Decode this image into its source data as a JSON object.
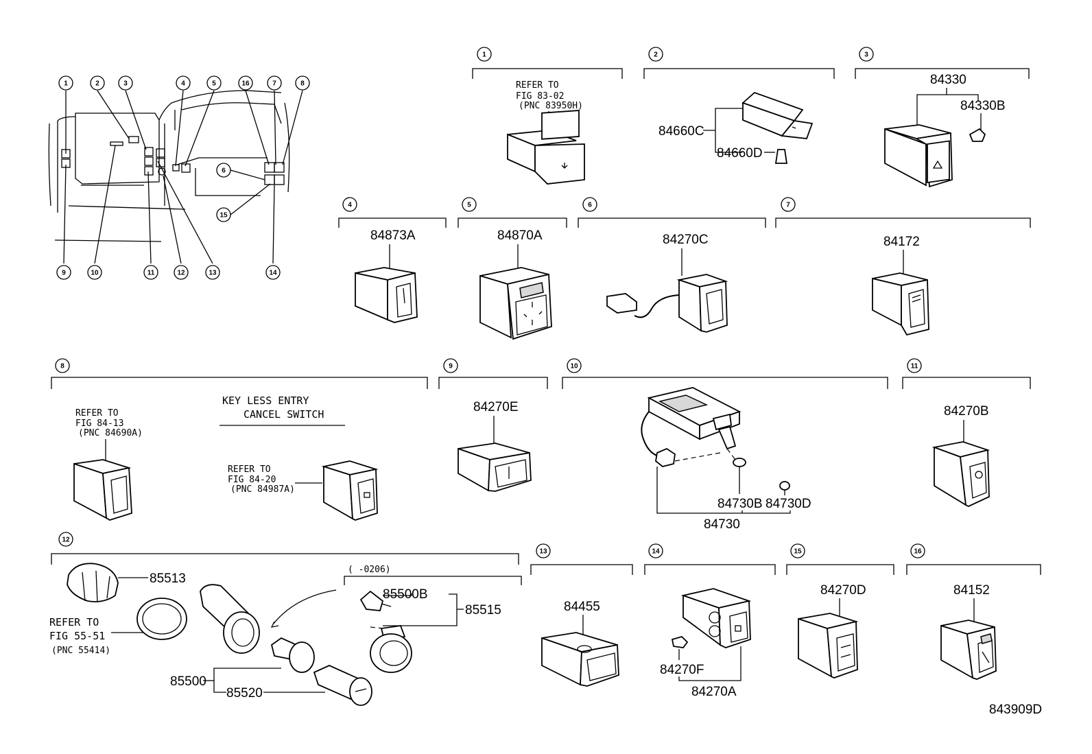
{
  "diagram_id": "843909D",
  "overview_callouts": [
    "1",
    "2",
    "3",
    "4",
    "5",
    "16",
    "7",
    "8",
    "9",
    "10",
    "11",
    "12",
    "13",
    "14",
    "6",
    "15"
  ],
  "sections": {
    "s1": {
      "num": "1",
      "note": [
        "REFER TO",
        "FIG 83-02",
        "(PNC 83950H)"
      ]
    },
    "s2": {
      "num": "2",
      "parts": [
        "84660C",
        "84660D"
      ]
    },
    "s3": {
      "num": "3",
      "parts": [
        "84330",
        "84330B"
      ]
    },
    "s4": {
      "num": "4",
      "parts": [
        "84873A"
      ]
    },
    "s5": {
      "num": "5",
      "parts": [
        "84870A"
      ]
    },
    "s6": {
      "num": "6",
      "parts": [
        "84270C"
      ]
    },
    "s7": {
      "num": "7",
      "parts": [
        "84172"
      ]
    },
    "s8": {
      "num": "8",
      "note_a": [
        "REFER TO",
        "FIG 84-13",
        "(PNC 84690A)"
      ],
      "heading": [
        "KEY LESS ENTRY",
        "CANCEL SWITCH"
      ],
      "note_b": [
        "REFER TO",
        "FIG 84-20",
        "(PNC 84987A)"
      ]
    },
    "s9": {
      "num": "9",
      "parts": [
        "84270E"
      ]
    },
    "s10": {
      "num": "10",
      "parts": [
        "84730B",
        "84730D",
        "84730"
      ]
    },
    "s11": {
      "num": "11",
      "parts": [
        "84270B"
      ]
    },
    "s12": {
      "num": "12",
      "parts": [
        "85513",
        "85500B",
        "85515",
        "85500",
        "85520"
      ],
      "range": "(      -0206)",
      "note": [
        "REFER TO",
        "FIG 55-51",
        "(PNC 55414)"
      ]
    },
    "s13": {
      "num": "13",
      "parts": [
        "84455"
      ]
    },
    "s14": {
      "num": "14",
      "parts": [
        "84270F",
        "84270A"
      ]
    },
    "s15": {
      "num": "15",
      "parts": [
        "84270D"
      ]
    },
    "s16": {
      "num": "16",
      "parts": [
        "84152"
      ]
    }
  }
}
